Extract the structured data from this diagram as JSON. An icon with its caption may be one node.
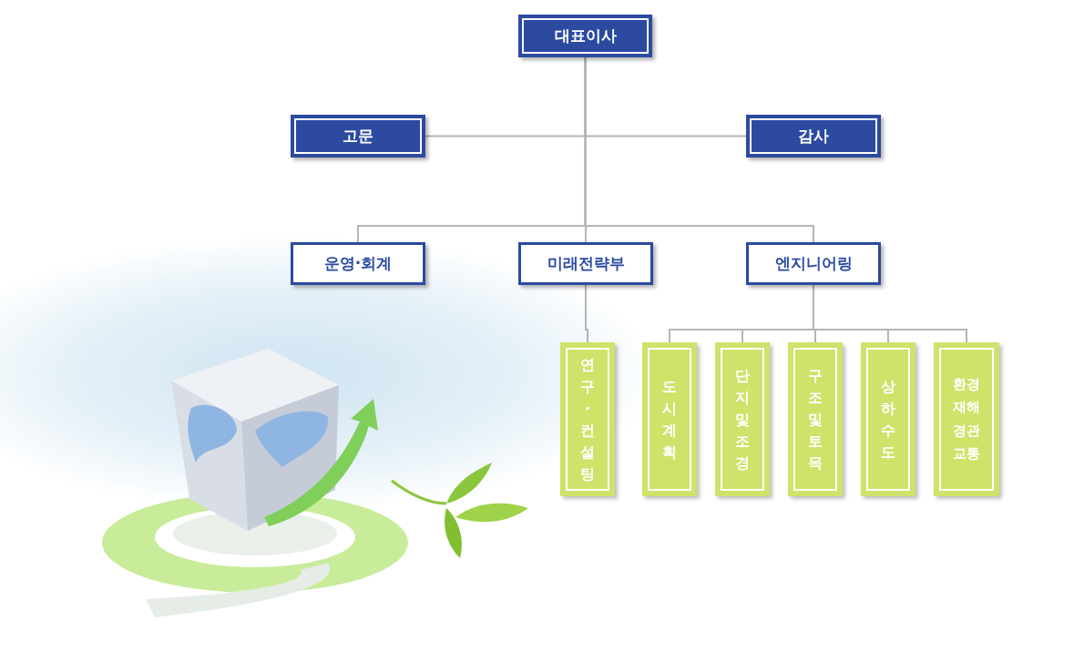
{
  "diagram": {
    "nodes": [
      {
        "text": [
          "대표이사"
        ]
      },
      {
        "text": [
          "고문"
        ]
      },
      {
        "text": [
          "감사"
        ]
      },
      {
        "text": [
          "운영·회계"
        ]
      },
      {
        "text": [
          "미래전략부"
        ]
      },
      {
        "text": [
          "엔지니어링"
        ]
      },
      {
        "text": [
          "연구·컨설팅"
        ]
      },
      {
        "text": [
          "도시계획"
        ]
      },
      {
        "text": [
          "단지 및 조경"
        ]
      },
      {
        "text": [
          "구조 및 토목"
        ]
      },
      {
        "text": [
          "상하수도"
        ]
      },
      {
        "text": [
          "환경 재해 경관 교통"
        ]
      }
    ],
    "edges": [
      {
        "from": 0,
        "to": 1,
        "arrow": "none"
      },
      {
        "from": 0,
        "to": 2,
        "arrow": "none"
      },
      {
        "from": 0,
        "to": 3,
        "arrow": "none"
      },
      {
        "from": 0,
        "to": 4,
        "arrow": "none"
      },
      {
        "from": 0,
        "to": 5,
        "arrow": "none"
      },
      {
        "from": 4,
        "to": 6,
        "arrow": "none"
      },
      {
        "from": 5,
        "to": 7,
        "arrow": "none"
      },
      {
        "from": 5,
        "to": 8,
        "arrow": "none"
      },
      {
        "from": 5,
        "to": 9,
        "arrow": "none"
      },
      {
        "from": 5,
        "to": 10,
        "arrow": "none"
      },
      {
        "from": 5,
        "to": 11,
        "arrow": "none"
      }
    ]
  }
}
